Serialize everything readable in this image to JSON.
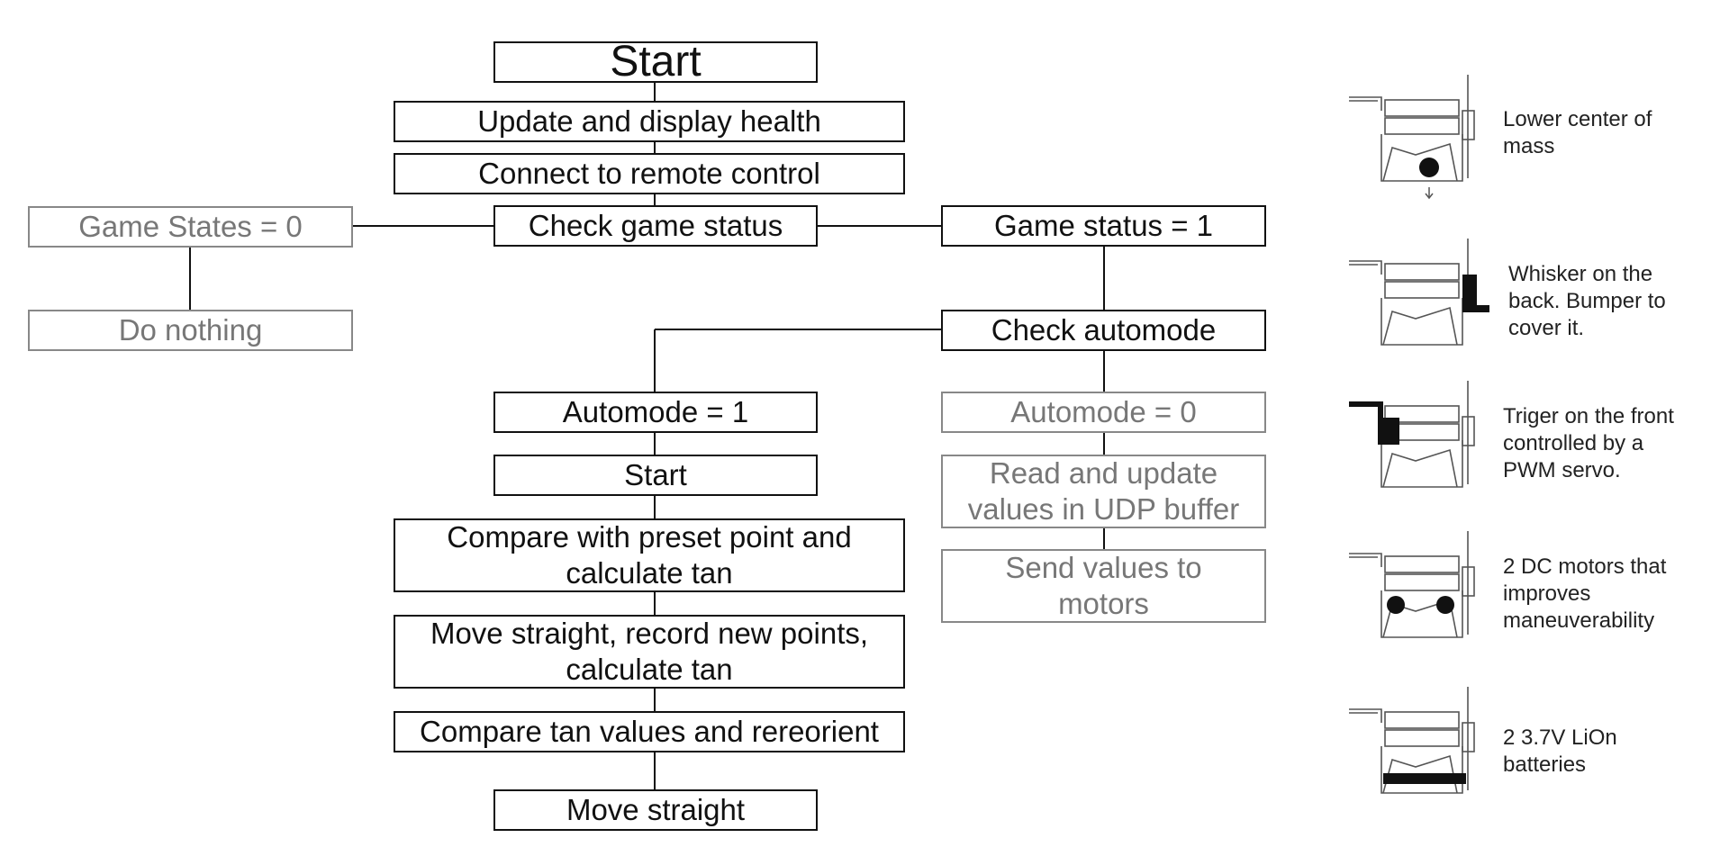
{
  "flowchart": {
    "start": "Start",
    "update_health": "Update and display health",
    "connect_remote": "Connect to remote control",
    "check_game_status": "Check game status",
    "game_states_0": "Game States = 0",
    "do_nothing": "Do nothing",
    "game_status_1": "Game status = 1",
    "check_automode": "Check automode",
    "automode_1": "Automode = 1",
    "auto_start": "Start",
    "compare_preset": [
      "Compare with preset point and",
      "calculate tan"
    ],
    "move_record": [
      "Move straight, record new points,",
      "calculate tan"
    ],
    "compare_tan": "Compare tan values and rereorient",
    "move_straight": "Move straight",
    "automode_0": "Automode = 0",
    "read_udp": [
      "Read and update",
      "values in UDP buffer"
    ],
    "send_motors": [
      "Send values to",
      "motors"
    ]
  },
  "features": [
    {
      "icon": "robot-center-of-mass-icon",
      "lines": [
        "Lower center of",
        "mass"
      ]
    },
    {
      "icon": "robot-whisker-icon",
      "lines": [
        "Whisker on the",
        "back. Bumper to",
        "cover it."
      ]
    },
    {
      "icon": "robot-trigger-icon",
      "lines": [
        "Triger on the front",
        "controlled by a",
        "PWM servo."
      ]
    },
    {
      "icon": "robot-dc-motors-icon",
      "lines": [
        "2 DC motors that",
        "improves",
        "maneuverability"
      ]
    },
    {
      "icon": "robot-batteries-icon",
      "lines": [
        "2 3.7V LiOn",
        "batteries"
      ]
    }
  ],
  "colors": {
    "line": "#111111",
    "muted": "#888888"
  }
}
